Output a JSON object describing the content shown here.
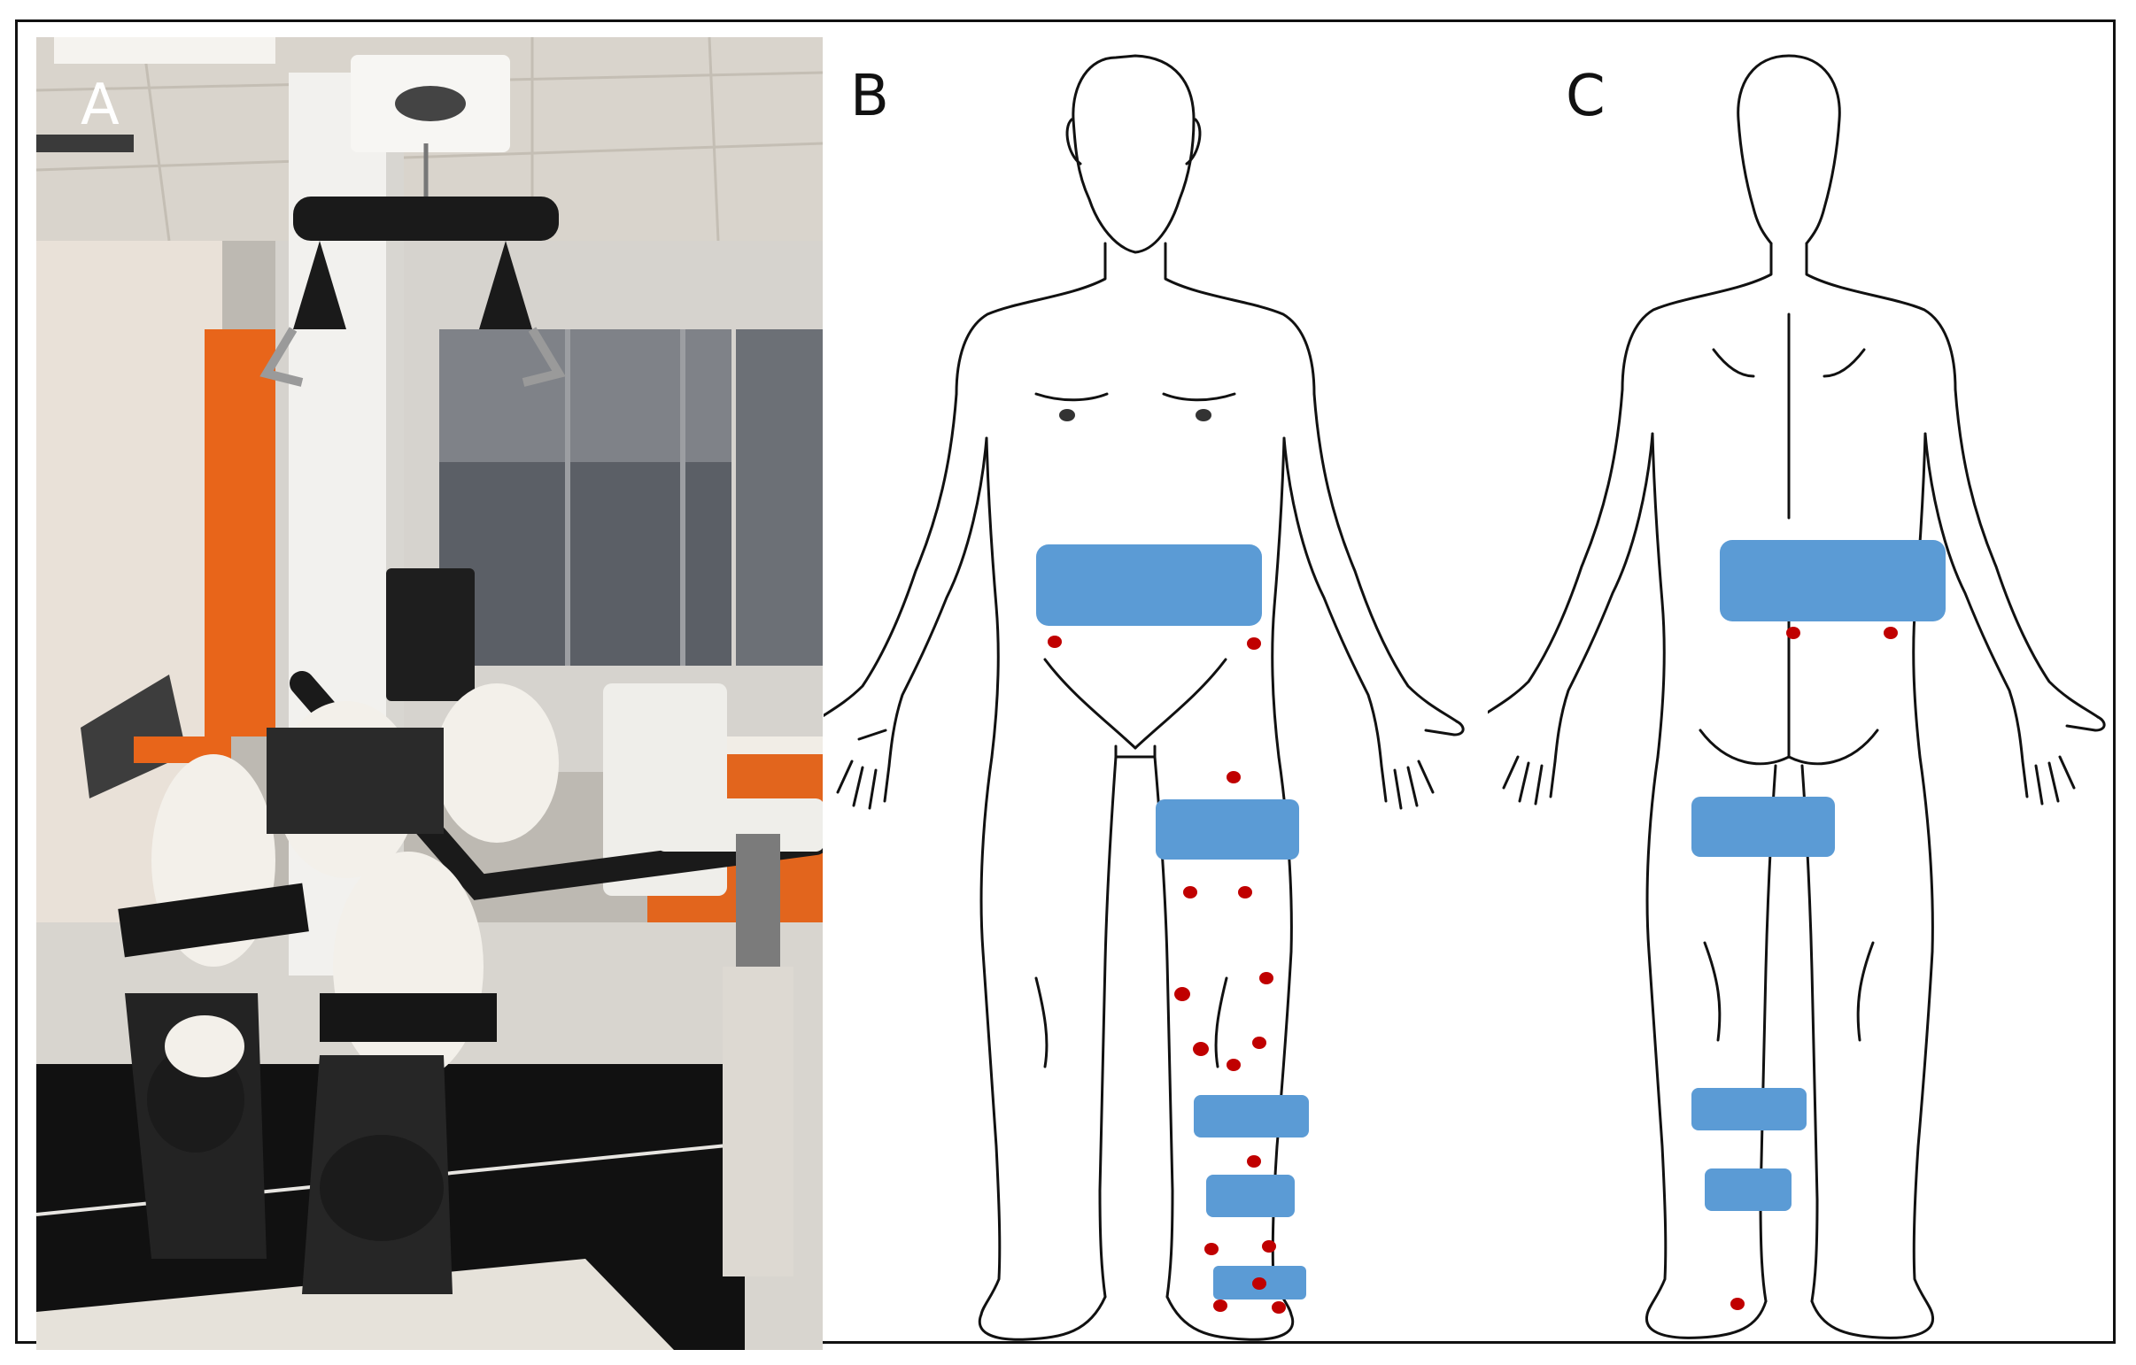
{
  "panels": {
    "a": {
      "label": "A"
    },
    "b": {
      "label": "B"
    },
    "c": {
      "label": "C"
    }
  },
  "colors": {
    "strap": "#5b9bd5",
    "marker": "#c00000",
    "outline": "#111111",
    "frame": "#111111",
    "orange_wall": "#e8651a"
  }
}
